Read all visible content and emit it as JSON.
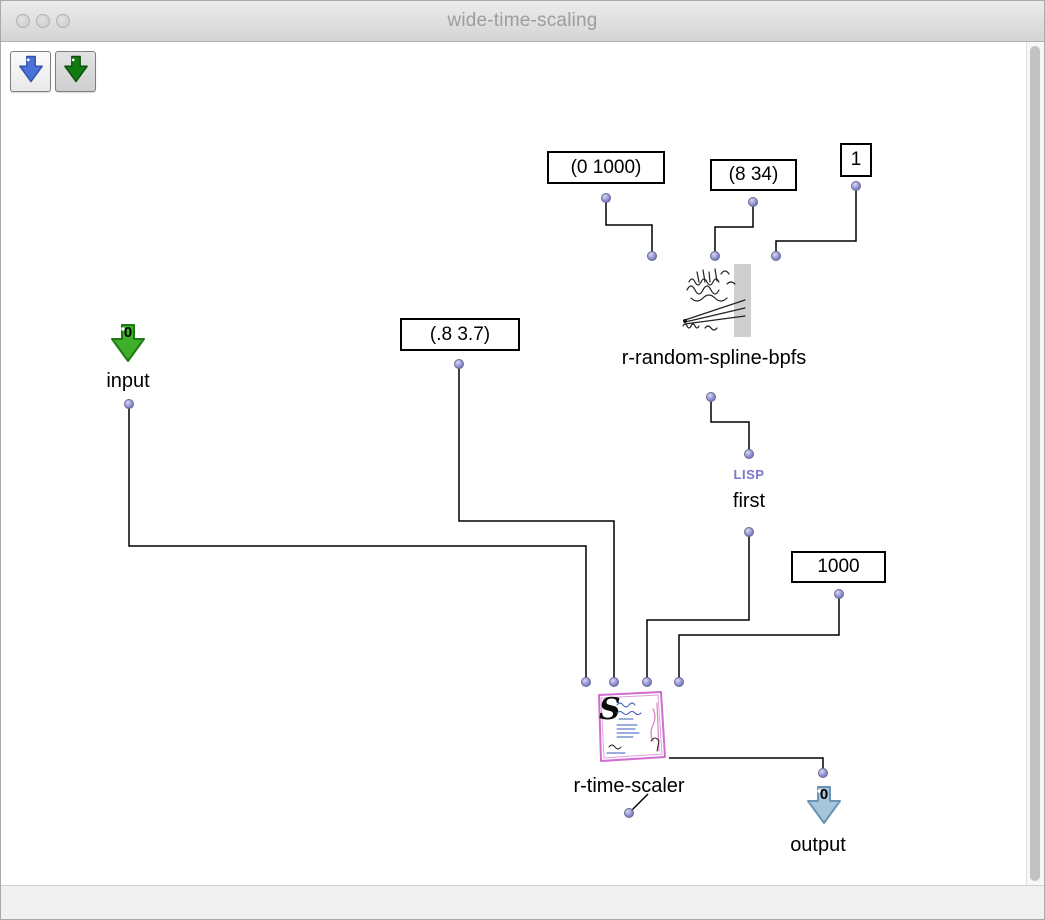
{
  "window": {
    "title": "wide-time-scaling"
  },
  "toolbar": {
    "in_button_icon": "blue-down-arrow",
    "out_button_icon": "green-down-arrow"
  },
  "patch": {
    "boxes": [
      {
        "value": "(0 1000)"
      },
      {
        "value": "(8 34)"
      },
      {
        "value": "1"
      },
      {
        "value": "(.8 3.7)"
      },
      {
        "value": "1000"
      }
    ],
    "modules": {
      "spline": {
        "label": "r-random-spline-bpfs"
      },
      "first": {
        "logo": "LISP",
        "label": "first"
      },
      "scaler": {
        "label": "r-time-scaler",
        "icon_letter": "S"
      },
      "input": {
        "badge": "0",
        "label": "input"
      },
      "output": {
        "badge": "0",
        "label": "output"
      }
    }
  },
  "colors": {
    "wire": "#000000",
    "port": "#8a8ace",
    "input_arrow": "#3fae2a",
    "output_arrow": "#a6c6dc",
    "toolbar_blue": "#4a72d8",
    "toolbar_green": "#117a11"
  }
}
